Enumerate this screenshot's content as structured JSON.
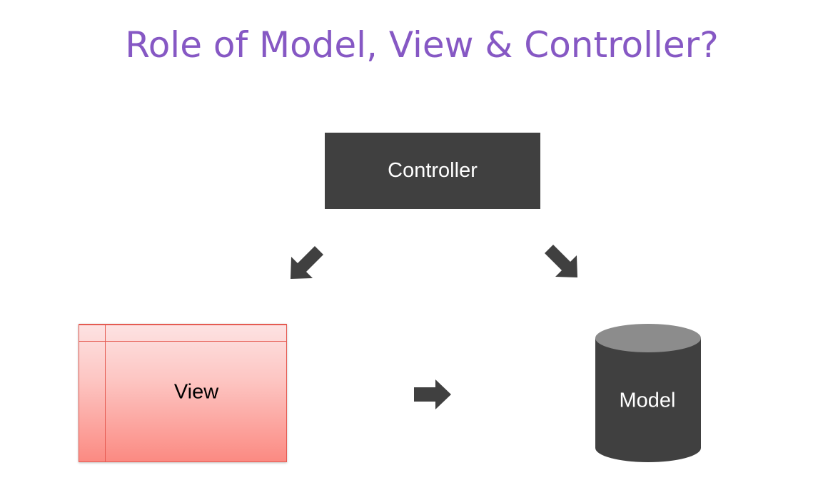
{
  "slide": {
    "title": "Role of Model, View & Controller?"
  },
  "diagram": {
    "controller_label": "Controller",
    "view_label": "View",
    "model_label": "Model"
  },
  "icons": {
    "arrow_controller_to_view": "arrow-down-left-icon",
    "arrow_controller_to_model": "arrow-down-right-icon",
    "arrow_view_to_model": "arrow-right-icon",
    "model_shape": "database-cylinder-icon",
    "view_shape": "window-icon"
  },
  "colors": {
    "title": "#8658c4",
    "controller_fill": "#404040",
    "model_fill": "#404040",
    "model_top": "#8c8c8c",
    "arrow_fill": "#404040",
    "view_border": "#e55b52",
    "view_gradient_top": "#fde3e3",
    "view_gradient_bottom": "#fb8a82"
  }
}
